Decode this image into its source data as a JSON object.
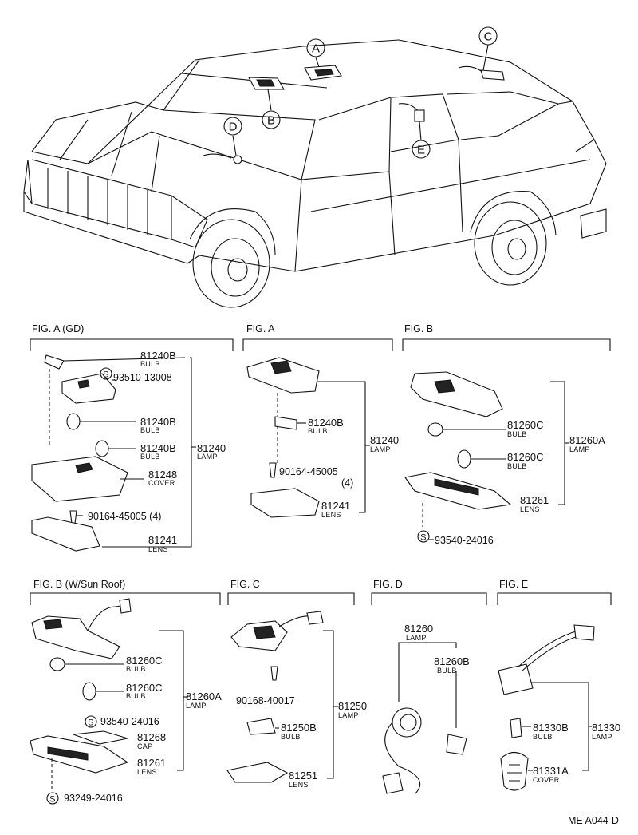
{
  "callouts": [
    "A",
    "B",
    "C",
    "D",
    "E"
  ],
  "figures": {
    "fig_a_gd": {
      "title": "FIG. A (GD)",
      "parts": [
        {
          "number": "81240B",
          "desc": "BULB"
        },
        {
          "number": "93510-13008",
          "desc": ""
        },
        {
          "number": "81240B",
          "desc": "BULB"
        },
        {
          "number": "81240B",
          "desc": "BULB"
        },
        {
          "number": "81240",
          "desc": "LAMP"
        },
        {
          "number": "81248",
          "desc": "COVER"
        },
        {
          "number": "90164-45005 (4)",
          "desc": ""
        },
        {
          "number": "81241",
          "desc": "LENS"
        }
      ]
    },
    "fig_a": {
      "title": "FIG. A",
      "parts": [
        {
          "number": "81240B",
          "desc": "BULB"
        },
        {
          "number": "81240",
          "desc": "LAMP"
        },
        {
          "number": "90164-45005",
          "desc": ""
        },
        {
          "number": "(4)",
          "desc": ""
        },
        {
          "number": "81241",
          "desc": "LENS"
        }
      ]
    },
    "fig_b": {
      "title": "FIG. B",
      "parts": [
        {
          "number": "81260C",
          "desc": "BULB"
        },
        {
          "number": "81260A",
          "desc": "LAMP"
        },
        {
          "number": "81260C",
          "desc": "BULB"
        },
        {
          "number": "81261",
          "desc": "LENS"
        },
        {
          "number": "93540-24016",
          "desc": ""
        }
      ]
    },
    "fig_b_sunroof": {
      "title": "FIG. B (W/Sun Roof)",
      "parts": [
        {
          "number": "81260C",
          "desc": "BULB"
        },
        {
          "number": "81260C",
          "desc": "BULB"
        },
        {
          "number": "81260A",
          "desc": "LAMP"
        },
        {
          "number": "93540-24016",
          "desc": ""
        },
        {
          "number": "81268",
          "desc": "CAP"
        },
        {
          "number": "81261",
          "desc": "LENS"
        },
        {
          "number": "93249-24016",
          "desc": ""
        }
      ]
    },
    "fig_c": {
      "title": "FIG. C",
      "parts": [
        {
          "number": "90168-40017",
          "desc": ""
        },
        {
          "number": "81250",
          "desc": "LAMP"
        },
        {
          "number": "81250B",
          "desc": "BULB"
        },
        {
          "number": "81251",
          "desc": "LENS"
        }
      ]
    },
    "fig_d": {
      "title": "FIG. D",
      "parts": [
        {
          "number": "81260",
          "desc": "LAMP"
        },
        {
          "number": "81260B",
          "desc": "BULB"
        }
      ]
    },
    "fig_e": {
      "title": "FIG. E",
      "parts": [
        {
          "number": "81330B",
          "desc": "BULB"
        },
        {
          "number": "81330",
          "desc": "LAMP"
        },
        {
          "number": "81331A",
          "desc": "COVER"
        }
      ]
    }
  },
  "screw_symbol": "S",
  "footer_code": "ME A044-D"
}
